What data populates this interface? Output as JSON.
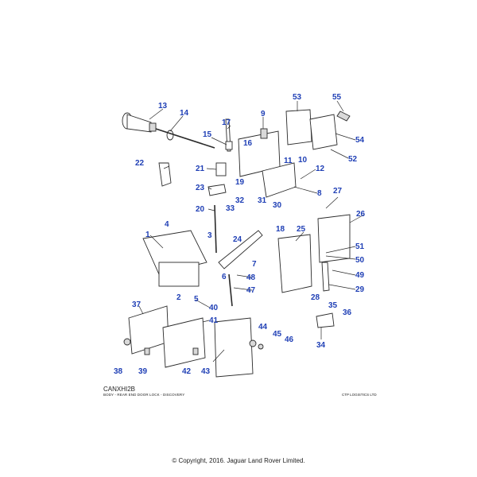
{
  "sheet": {
    "code": "CANXHI2B",
    "description": "BODY - REAR END DOOR LOCK - DISCOVERY",
    "supplier": "CTP LOGISTICS LTD",
    "copyright": "© Copyright, 2016. Jaguar Land Rover Limited."
  },
  "callouts": [
    "13",
    "14",
    "53",
    "55",
    "9",
    "17",
    "15",
    "16",
    "54",
    "10",
    "52",
    "22",
    "11",
    "12",
    "21",
    "19",
    "8",
    "23",
    "27",
    "20",
    "31",
    "32",
    "30",
    "26",
    "33",
    "4",
    "1",
    "25",
    "3",
    "24",
    "18",
    "51",
    "50",
    "7",
    "49",
    "29",
    "48",
    "5",
    "2",
    "6",
    "47",
    "28",
    "35",
    "36",
    "37",
    "40",
    "41",
    "34",
    "44",
    "45",
    "46",
    "38",
    "39",
    "42",
    "43"
  ],
  "colors": {
    "callout": "#1f3fb5",
    "line": "#2a2a2a"
  }
}
